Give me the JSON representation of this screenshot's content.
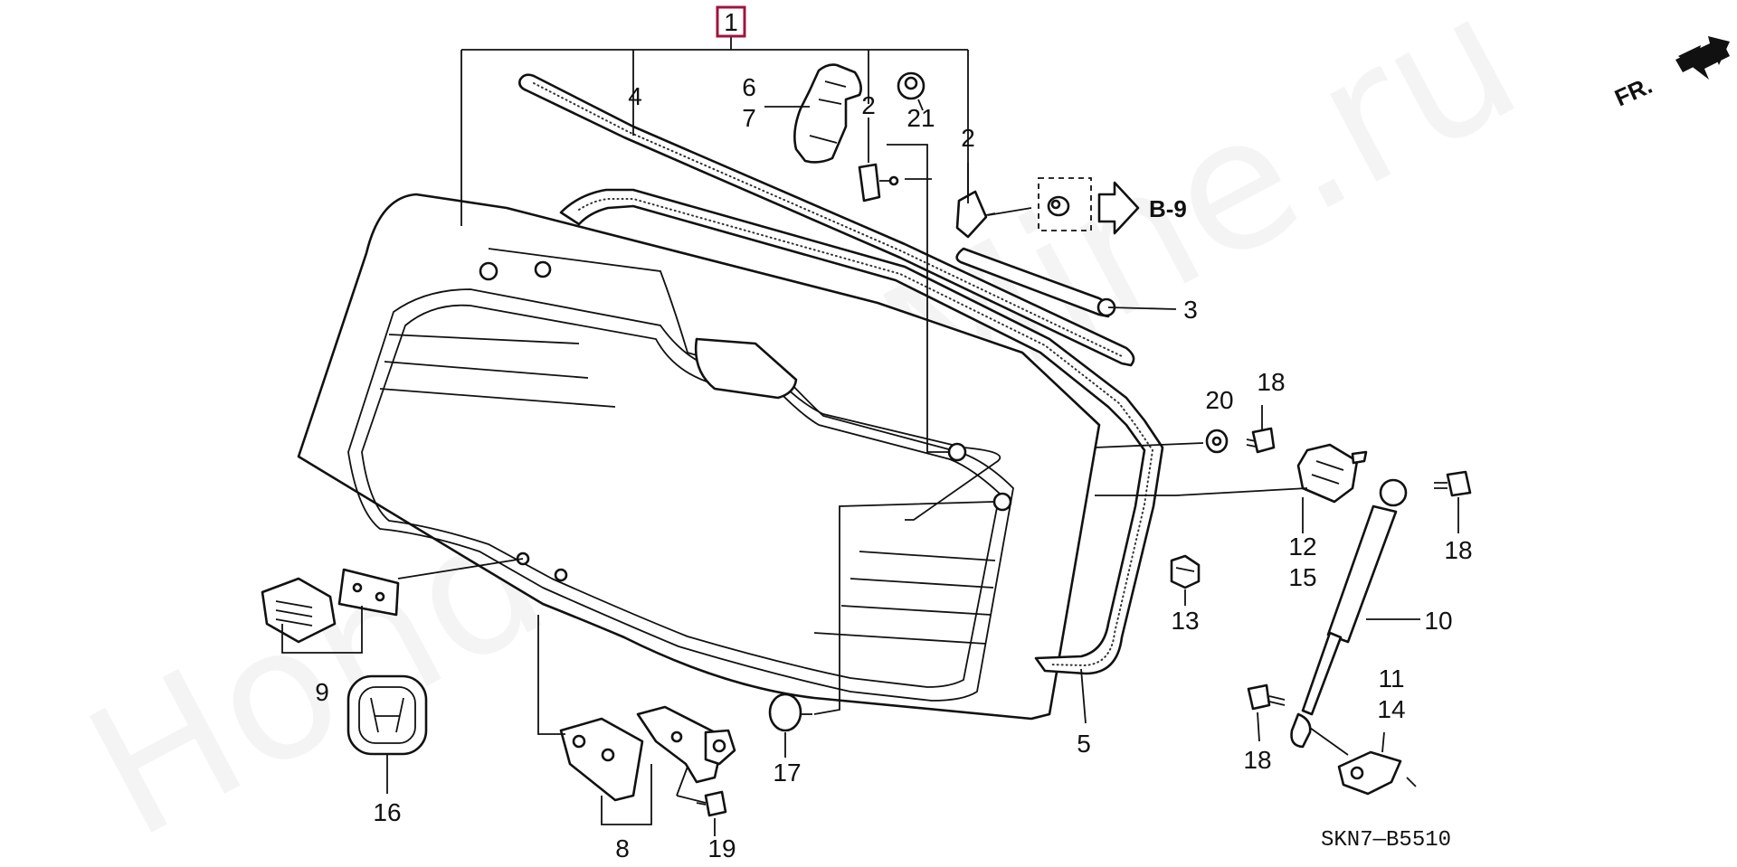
{
  "watermark": "HondaCarMine.ru",
  "direction_label": "FR.",
  "diagram_code": "SKN7—B5510",
  "reference": {
    "label": "B-9"
  },
  "callouts": [
    {
      "id": "c1",
      "text": "1"
    },
    {
      "id": "c2a",
      "text": "2"
    },
    {
      "id": "c2b",
      "text": "2"
    },
    {
      "id": "c3",
      "text": "3"
    },
    {
      "id": "c4",
      "text": "4"
    },
    {
      "id": "c5",
      "text": "5"
    },
    {
      "id": "c6",
      "text": "6"
    },
    {
      "id": "c7",
      "text": "7"
    },
    {
      "id": "c8",
      "text": "8"
    },
    {
      "id": "c9",
      "text": "9"
    },
    {
      "id": "c10",
      "text": "10"
    },
    {
      "id": "c11",
      "text": "11"
    },
    {
      "id": "c12",
      "text": "12"
    },
    {
      "id": "c13",
      "text": "13"
    },
    {
      "id": "c14",
      "text": "14"
    },
    {
      "id": "c15",
      "text": "15"
    },
    {
      "id": "c16",
      "text": "16"
    },
    {
      "id": "c17",
      "text": "17"
    },
    {
      "id": "c18a",
      "text": "18"
    },
    {
      "id": "c18b",
      "text": "18"
    },
    {
      "id": "c18c",
      "text": "18"
    },
    {
      "id": "c19",
      "text": "19"
    },
    {
      "id": "c20",
      "text": "20"
    },
    {
      "id": "c21",
      "text": "21"
    }
  ]
}
